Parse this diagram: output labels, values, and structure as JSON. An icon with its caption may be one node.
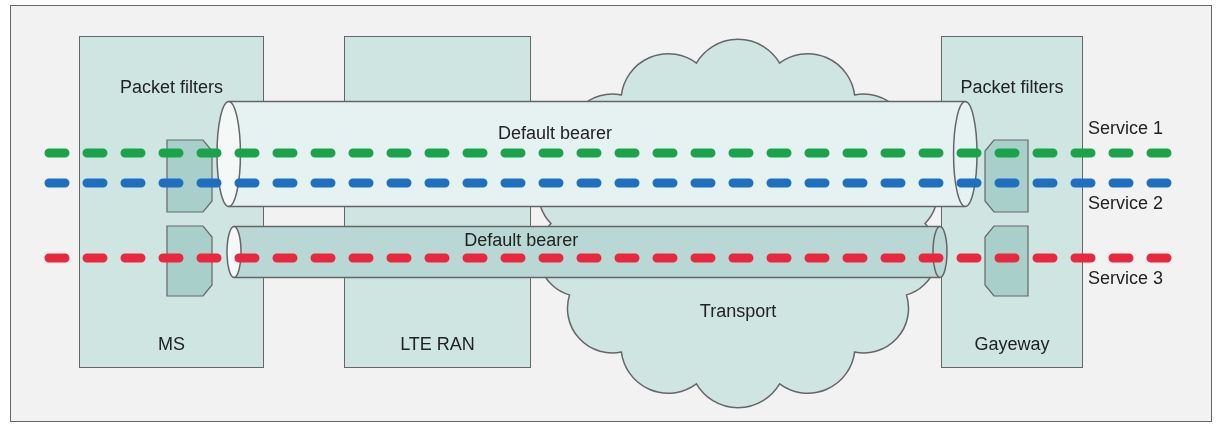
{
  "diagram": {
    "nodes": [
      {
        "text": [
          "Packet filters",
          "MS"
        ]
      },
      {
        "text": [],
        "shape": "box",
        "in": 0
      },
      {
        "text": [],
        "shape": "box",
        "in": 0
      },
      {
        "text": [
          "LTE RAN"
        ]
      },
      {
        "text": [
          "Transport"
        ]
      },
      {
        "text": [
          "Default bearer"
        ]
      },
      {
        "text": [
          "Default bearer"
        ]
      },
      {
        "text": [
          "Packet filters",
          "Gayeway"
        ]
      },
      {
        "text": [],
        "shape": "box",
        "in": 7
      },
      {
        "text": [],
        "shape": "box",
        "in": 7
      }
    ],
    "labels": [
      "Service 1",
      "Service 2",
      "Service 3"
    ]
  }
}
